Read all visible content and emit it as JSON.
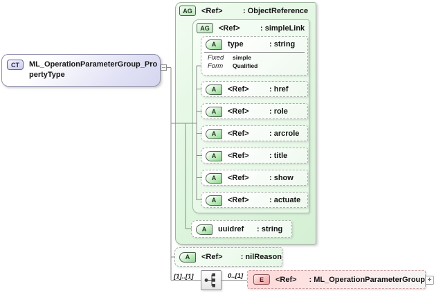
{
  "complex_type": {
    "badge": "CT",
    "name": "ML_OperationParameterGroup_PropertyType"
  },
  "object_reference": {
    "badge": "AG",
    "name": "<Ref>",
    "type": ": ObjectReference",
    "simple_link": {
      "badge": "AG",
      "name": "<Ref>",
      "type": ": simpleLink",
      "type_attr": {
        "badge": "A",
        "name": "type",
        "type": ": string",
        "fixed_label": "Fixed",
        "fixed_value": "simple",
        "form_label": "Form",
        "form_value": "Qualified"
      },
      "attrs": [
        {
          "badge": "A",
          "name": "<Ref>",
          "type": ": href"
        },
        {
          "badge": "A",
          "name": "<Ref>",
          "type": ": role"
        },
        {
          "badge": "A",
          "name": "<Ref>",
          "type": ": arcrole"
        },
        {
          "badge": "A",
          "name": "<Ref>",
          "type": ": title"
        },
        {
          "badge": "A",
          "name": "<Ref>",
          "type": ": show"
        },
        {
          "badge": "A",
          "name": "<Ref>",
          "type": ": actuate"
        }
      ]
    },
    "uuidref_attr": {
      "badge": "A",
      "name": "uuidref",
      "type": ": string"
    }
  },
  "nil_reason_attr": {
    "badge": "A",
    "name": "<Ref>",
    "type": ": nilReason"
  },
  "content_model": {
    "group_cardinality": "[1]..[1]",
    "element_cardinality": "0..[1]",
    "element": {
      "badge": "E",
      "name": "<Ref>",
      "type": ": ML_OperationParameterGroup"
    },
    "expand": "+"
  }
}
